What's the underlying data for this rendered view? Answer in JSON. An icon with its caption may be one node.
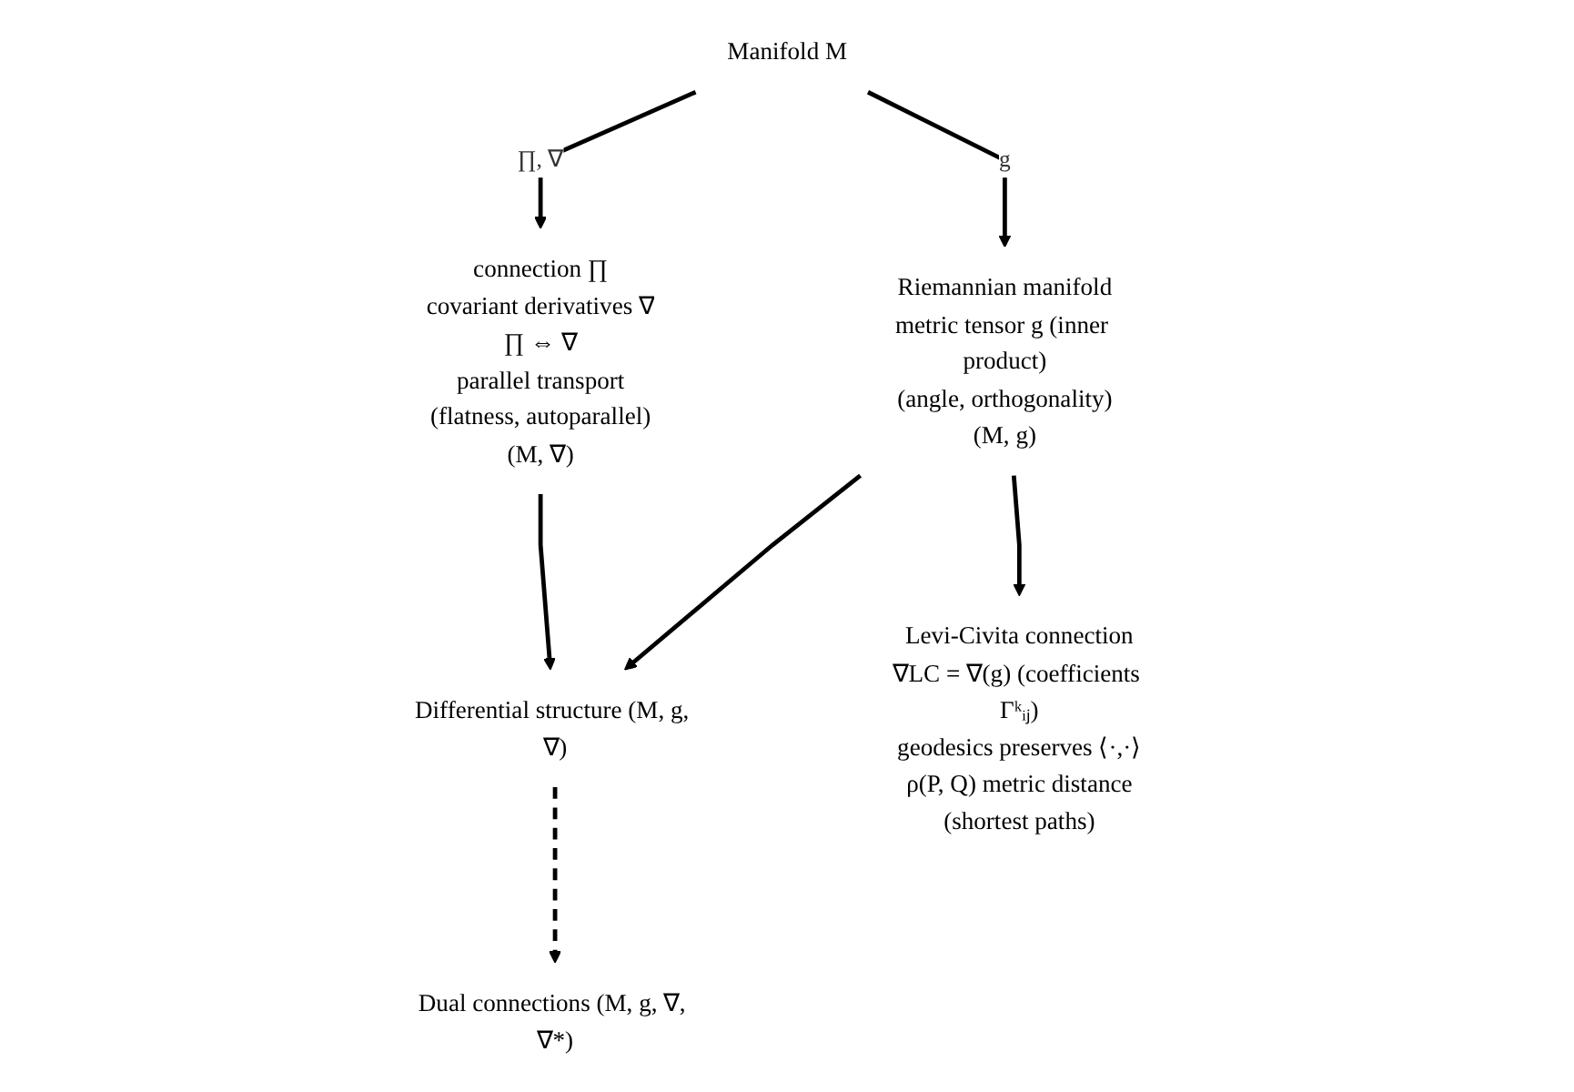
{
  "diagram": {
    "nodes": [
      {
        "text": [
          "Manifold M"
        ]
      },
      {
        "text": [
          "Riemannian manifold",
          "metric tensor g (inner product)",
          "(angle, orthogonality)",
          "(M, g)"
        ]
      },
      {
        "text": [
          "connection ∏",
          "covariant derivatives ∇",
          "∏ ⇔ ∇",
          "parallel transport",
          "(flatness, autoparallel)",
          "(M, ∇)"
        ]
      },
      {
        "text": [
          "Differential structure (M, g, ∇)"
        ]
      },
      {
        "text": [
          "Levi-Civita connection",
          "∇LC = ∇(g) (coefficients Γᵏᵢⱼ)",
          "geodesics preserves ⟨·,·⟩",
          "ρ(P, Q) metric distance",
          "(shortest paths)"
        ]
      },
      {
        "text": [
          "Dual connections (M, g, ∇, ∇*)"
        ]
      }
    ],
    "edges": [
      {
        "from": 0,
        "to": 1,
        "arrow": "to",
        "label": "g"
      },
      {
        "from": 0,
        "to": 2,
        "arrow": "to",
        "label": "∏, ∇"
      },
      {
        "from": 1,
        "to": 3,
        "arrow": "to"
      },
      {
        "from": 2,
        "to": 3,
        "arrow": "to"
      },
      {
        "from": 1,
        "to": 4,
        "arrow": "to"
      },
      {
        "from": 3,
        "to": 5,
        "arrow": "to",
        "style": "dashed"
      }
    ]
  }
}
